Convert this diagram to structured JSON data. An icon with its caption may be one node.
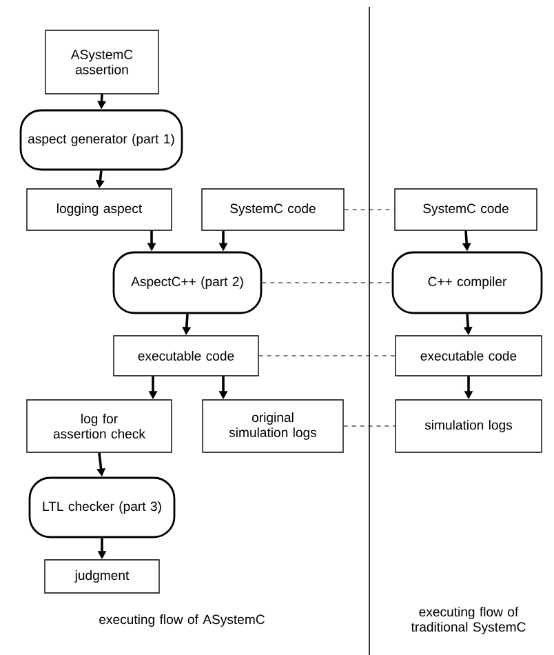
{
  "diagram": {
    "nodes": [
      {
        "text": [
          "ASystemC assertion"
        ]
      },
      {
        "text": [
          "aspect generator (part 1)"
        ]
      },
      {
        "text": [
          "logging aspect"
        ]
      },
      {
        "text": [
          "SystemC code"
        ]
      },
      {
        "text": [
          "AspectC++ (part 2)"
        ]
      },
      {
        "text": [
          "executable code"
        ]
      },
      {
        "text": [
          "log for assertion check"
        ]
      },
      {
        "text": [
          "original simulation logs"
        ]
      },
      {
        "text": [
          "LTL checker (part 3)"
        ]
      },
      {
        "text": [
          "judgment"
        ]
      },
      {
        "text": [
          "SystemC code"
        ]
      },
      {
        "text": [
          "C++ compiler"
        ]
      },
      {
        "text": [
          "executable code"
        ]
      },
      {
        "text": [
          "simulation logs"
        ]
      }
    ],
    "edges": [
      {
        "from": 0,
        "to": 1,
        "arrow": "to"
      },
      {
        "from": 1,
        "to": 2,
        "arrow": "to"
      },
      {
        "from": 2,
        "to": 4,
        "arrow": "to"
      },
      {
        "from": 3,
        "to": 4,
        "arrow": "to"
      },
      {
        "from": 4,
        "to": 5,
        "arrow": "to"
      },
      {
        "from": 5,
        "to": 6,
        "arrow": "to"
      },
      {
        "from": 5,
        "to": 7,
        "arrow": "to"
      },
      {
        "from": 6,
        "to": 8,
        "arrow": "to"
      },
      {
        "from": 8,
        "to": 9,
        "arrow": "to"
      },
      {
        "from": 10,
        "to": 11,
        "arrow": "to"
      },
      {
        "from": 11,
        "to": 12,
        "arrow": "to"
      },
      {
        "from": 12,
        "to": 13,
        "arrow": "to"
      },
      {
        "from": 3,
        "to": 10,
        "arrow": "none",
        "style": "dashed"
      },
      {
        "from": 4,
        "to": 11,
        "arrow": "none",
        "style": "dashed"
      },
      {
        "from": 5,
        "to": 12,
        "arrow": "none",
        "style": "dashed"
      },
      {
        "from": 7,
        "to": 13,
        "arrow": "none",
        "style": "dashed"
      }
    ],
    "labels": [
      "executing flow of ASystemC",
      "executing flow of traditional SystemC"
    ]
  }
}
